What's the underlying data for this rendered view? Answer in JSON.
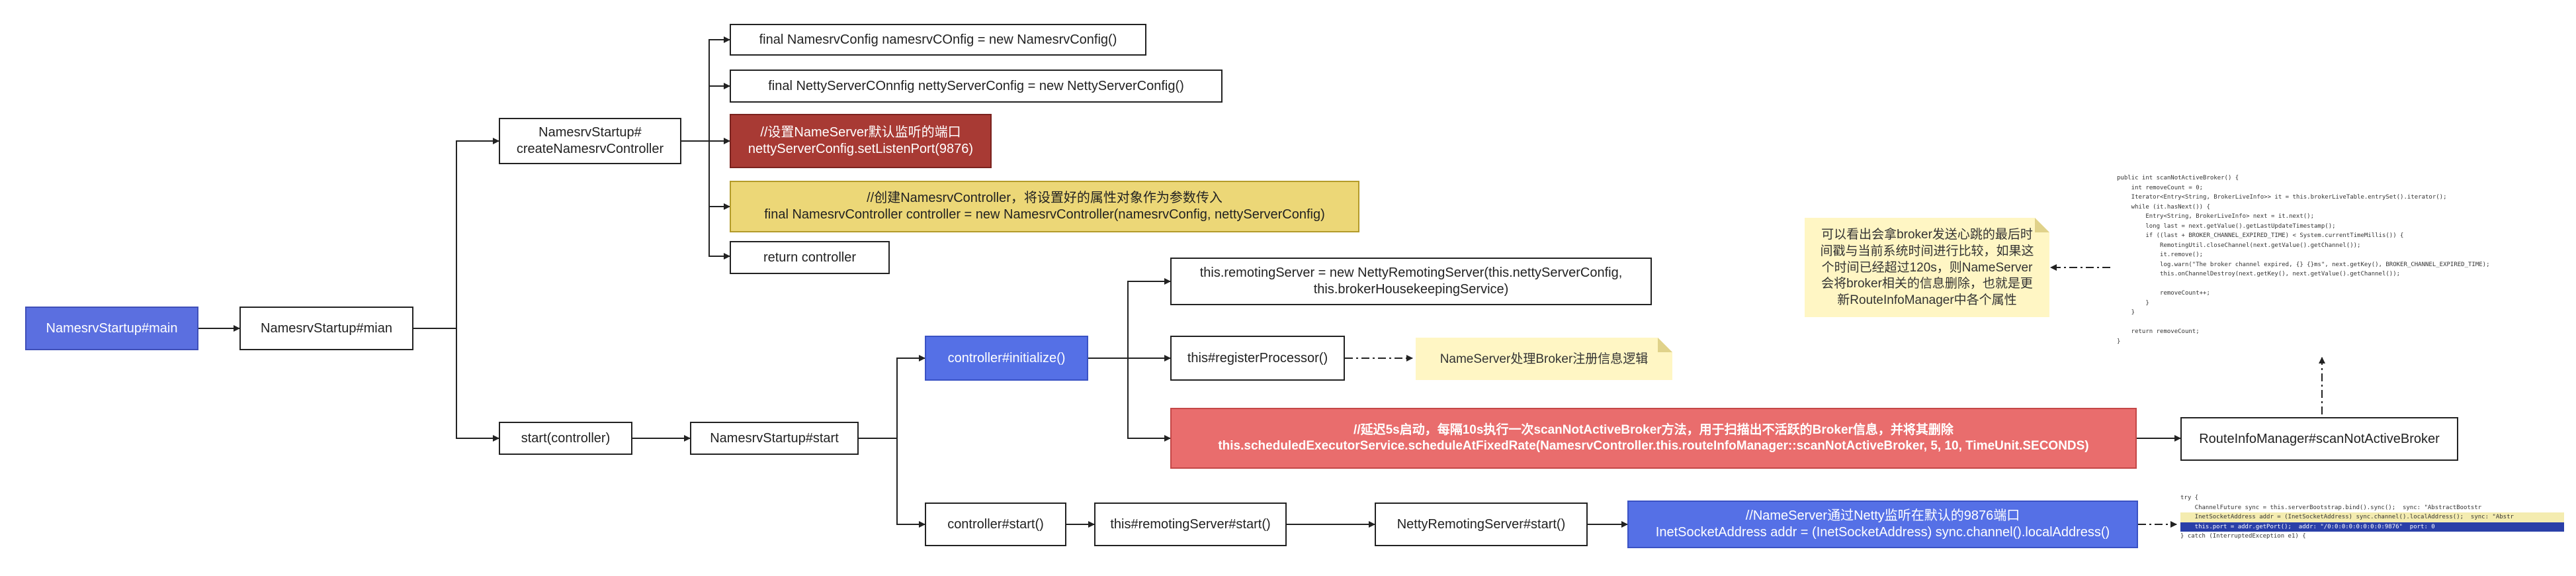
{
  "nodes": {
    "main": "NamesrvStartup#main",
    "mian": "NamesrvStartup#mian",
    "create_controller": "NamesrvStartup#\ncreateNamesrvController",
    "namesrv_config": "final NamesrvConfig namesrvCOnfig = new NamesrvConfig()",
    "netty_config": "final NettyServerCOnnfig nettyServerConfig = new NettyServerConfig()",
    "listen_port": "//设置NameServer默认监听的端口\nnettyServerConfig.setListenPort(9876)",
    "create_namesrv_controller": "//创建NamesrvController，将设置好的属性对象作为参数传入\nfinal NamesrvController controller = new NamesrvController(namesrvConfig, nettyServerConfig)",
    "return_controller": "return controller",
    "start_controller": "start(controller)",
    "startup_start": "NamesrvStartup#start",
    "controller_initialize": "controller#initialize()",
    "remoting_server": "this.remotingServer = new NettyRemotingServer(this.nettyServerConfig,\nthis.brokerHousekeepingService)",
    "register_processor": "this#registerProcessor()",
    "schedule": "//延迟5s启动，每隔10s执行一次scanNotActiveBroker方法，用于扫描出不活跃的Broker信息，并将其删除\nthis.scheduledExecutorService.scheduleAtFixedRate(NamesrvController.this.routeInfoManager::scanNotActiveBroker, 5, 10, TimeUnit.SECONDS)",
    "scan_not_active": "RouteInfoManager#scanNotActiveBroker",
    "controller_start": "controller#start()",
    "remoting_server_start": "this#remotingServer#start()",
    "netty_server_start": "NettyRemotingServer#start()",
    "bind_port": "//NameServer通过Netty监听在默认的9876端口\nInetSocketAddress addr = (InetSocketAddress) sync.channel().localAddress()"
  },
  "notes": {
    "register_note": "NameServer处理Broker注册信息逻辑",
    "scan_note": "可以看出会拿broker发送心跳的最后时\n间戳与当前系统时间进行比较，如果这\n个时间已经超过120s，则NameServer\n会将broker相关的信息删除，也就是更\n新RouteInfoManager中各个属性"
  },
  "code_scan": [
    "public int scanNotActiveBroker() {",
    "    int removeCount = 0;",
    "    Iterator<Entry<String, BrokerLiveInfo>> it = this.brokerLiveTable.entrySet().iterator();",
    "    while (it.hasNext()) {",
    "        Entry<String, BrokerLiveInfo> next = it.next();",
    "        long last = next.getValue().getLastUpdateTimestamp();",
    "        if ((last + BROKER_CHANNEL_EXPIRED_TIME) < System.currentTimeMillis()) {",
    "            RemotingUtil.closeChannel(next.getValue().getChannel());",
    "            it.remove();",
    "            log.warn(\"The broker channel expired, {} {}ms\", next.getKey(), BROKER_CHANNEL_EXPIRED_TIME);",
    "            this.onChannelDestroy(next.getKey(), next.getValue().getChannel());",
    "",
    "            removeCount++;",
    "        }",
    "    }",
    "",
    "    return removeCount;",
    "}"
  ],
  "code_bind": [
    "try {",
    "    ChannelFuture sync = this.serverBootstrap.bind().sync();  sync: \"AbstractBootstr",
    "    InetSocketAddress addr = (InetSocketAddress) sync.channel().localAddress();  sync: \"Abstr",
    "    this.port = addr.getPort();  addr: \"/0:0:0:0:0:0:0:0:9876\"  port: 0",
    "} catch (InterruptedException e1) {"
  ],
  "colors": {
    "blue_node": "#5b6fe0",
    "red_node": "#a83a34",
    "yellow_node": "#ecd777",
    "salmon_node": "#e96d6d",
    "note_bg": "#fff6c4"
  }
}
